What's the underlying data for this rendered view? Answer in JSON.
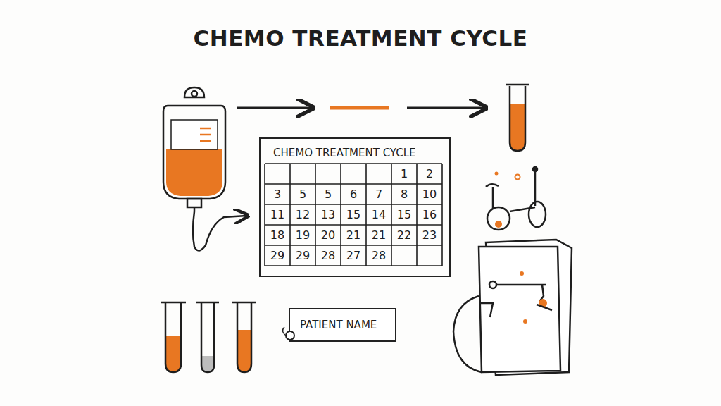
{
  "diagram": {
    "title": "CHEMO TREATMENT CYCLE",
    "nodes": [
      {
        "text": [
          "CHEMO TREATMENT CYCLE"
        ]
      },
      {
        "text": [
          "PATIENT NAME"
        ]
      }
    ],
    "labels": [
      "1",
      "2",
      "3",
      "5",
      "5",
      "6",
      "7",
      "8",
      "10",
      "11",
      "12",
      "13",
      "15",
      "14",
      "15",
      "16",
      "18",
      "19",
      "20",
      "21",
      "21",
      "22",
      "23",
      "29",
      "29",
      "28",
      "27",
      "28"
    ]
  }
}
